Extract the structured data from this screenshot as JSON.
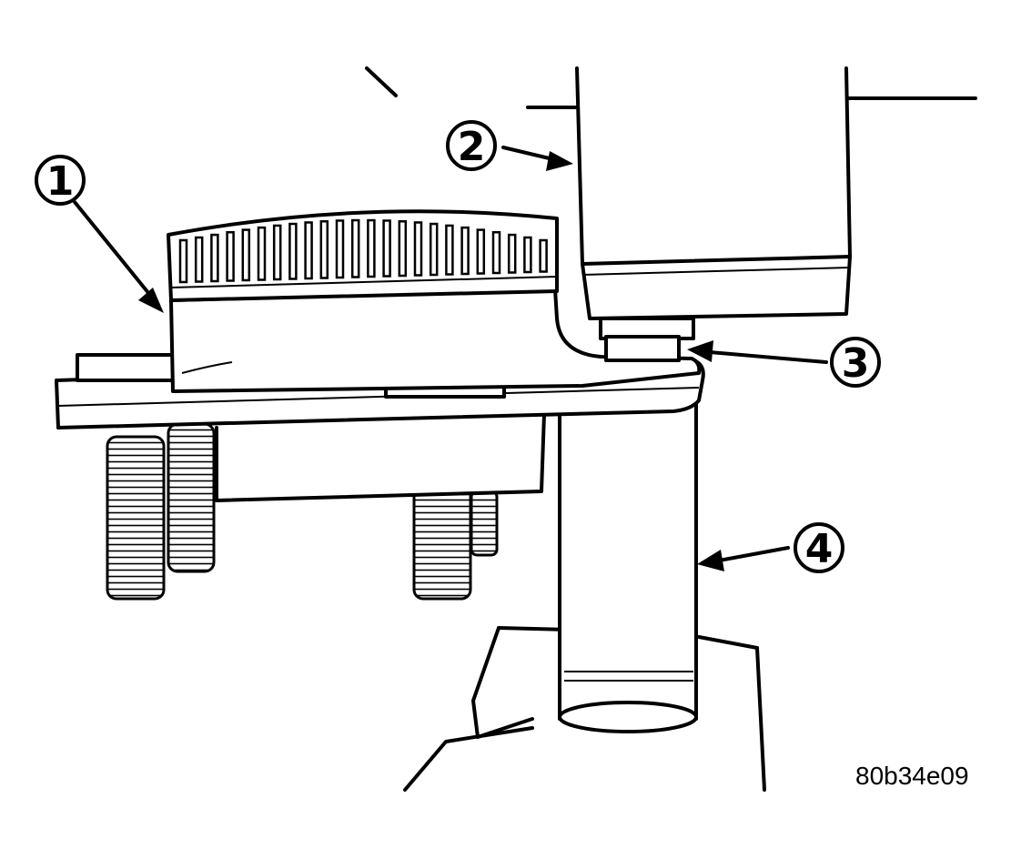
{
  "figure": {
    "reference_code": "80b34e09",
    "callouts": [
      {
        "id": "1",
        "label": "1"
      },
      {
        "id": "2",
        "label": "2"
      },
      {
        "id": "3",
        "label": "3"
      },
      {
        "id": "4",
        "label": "4"
      }
    ]
  }
}
